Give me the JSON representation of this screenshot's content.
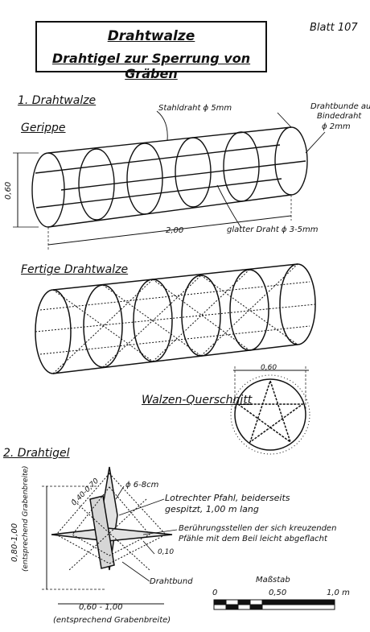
{
  "sheet": {
    "label": "Blatt 107"
  },
  "title": {
    "line1": "Drahtwalze",
    "line2": "Drahtigel zur Sperrung von Gräben"
  },
  "section1": {
    "heading": "1. Drahtwalze",
    "frame_label": "Gerippe",
    "steel_wire": "Stahldraht ϕ 5mm",
    "wire_bundles_line1": "Drahtbunde aus",
    "wire_bundles_line2": "Bindedraht",
    "wire_bundles_line3": "ϕ 2mm",
    "height_dim": "0,60",
    "length_dim": "2,00",
    "smooth_wire": "glatter Draht ϕ 3-5mm",
    "finished_label": "Fertige Drahtwalze",
    "cross_section_label": "Walzen-Querschnitt",
    "cross_section_dim": "0,60"
  },
  "section2": {
    "heading": "2. Drahtigel",
    "rod_diameter": "ϕ 6-8cm",
    "stake_line1": "Lotrechter Pfahl, beiderseits",
    "stake_line2": "gespitzt, 1,00 m lang",
    "contact_line1": "Berührungsstellen der sich kreuzenden",
    "contact_line2": "Pfähle mit dem Beil leicht abgeflacht",
    "diag_dim": "0,40-0,70",
    "height_dim": "0,80-1,00",
    "height_note": "(entsprechend Grabenbreite)",
    "small_dim": "0,10",
    "wire_bundle": "Drahtbund",
    "width_dim": "0,60 - 1,00",
    "width_note": "(entsprechend Grabenbreite)"
  },
  "scale": {
    "label": "Maßstab",
    "tick_0": "0",
    "tick_mid": "0,50",
    "tick_end": "1,0 m"
  }
}
